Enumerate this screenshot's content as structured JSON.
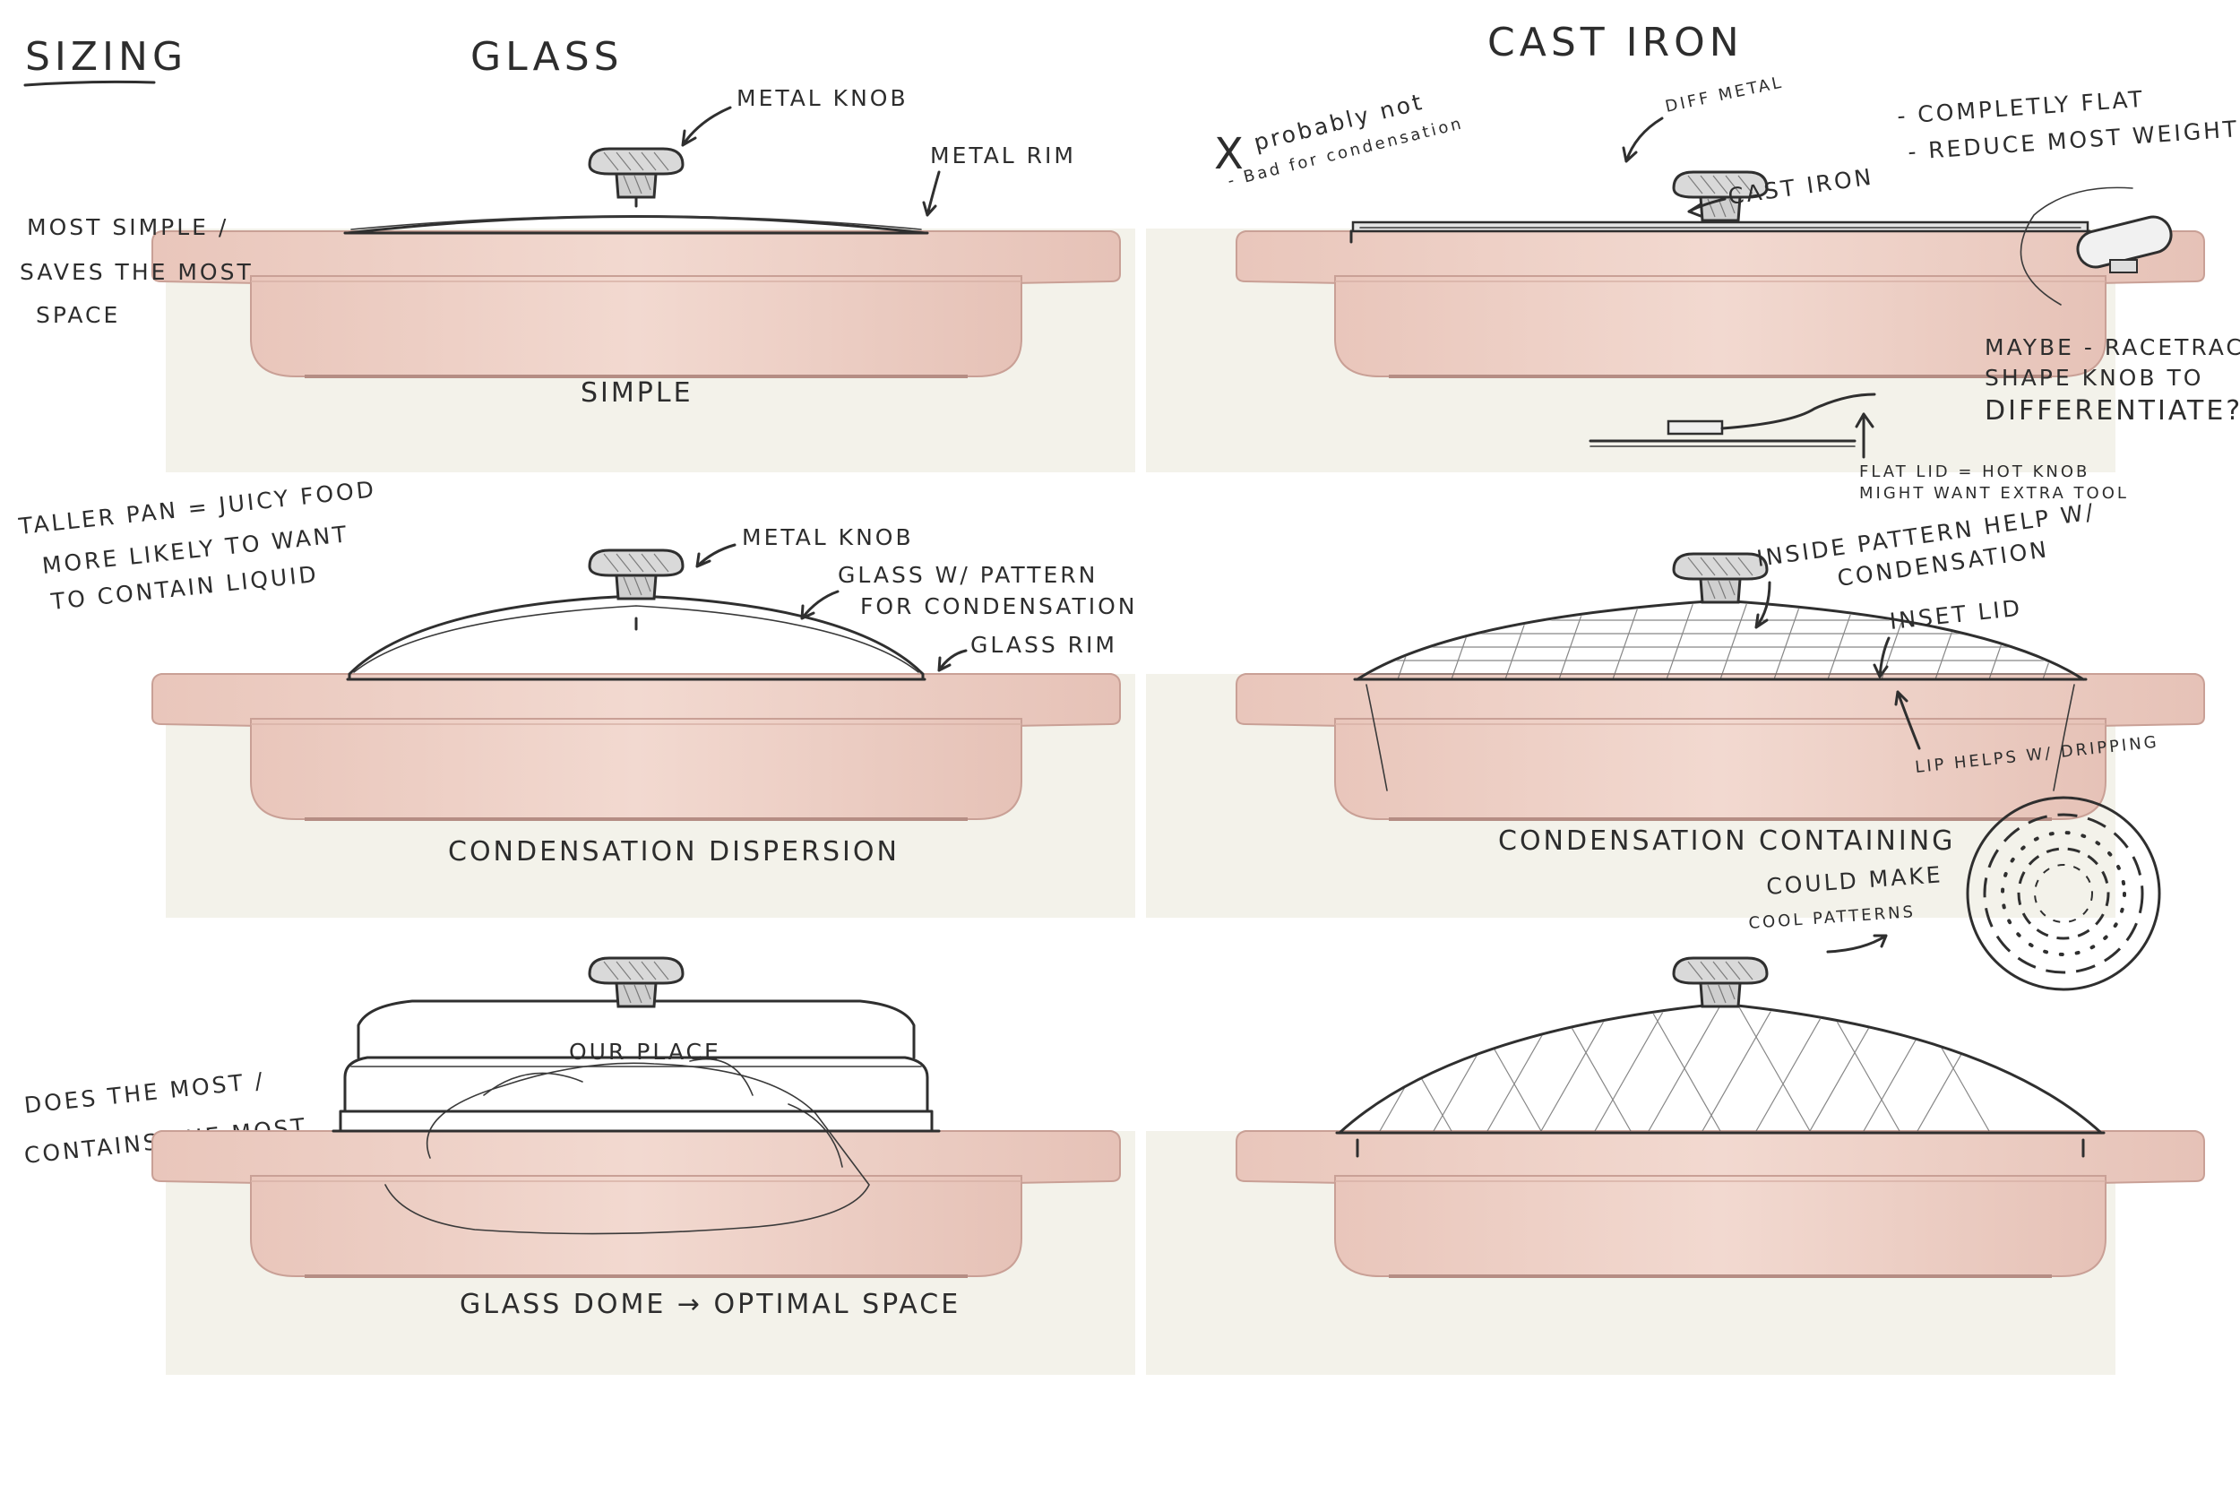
{
  "title": "SIZING",
  "columns": {
    "glass": "GLASS",
    "cast_iron": "CAST IRON"
  },
  "colors": {
    "panel": "#f3f2ea",
    "pan": "#ebcbc1",
    "pan_edge": "#c9a096",
    "ink": "#2d2d2d"
  },
  "rows": {
    "row1": {
      "left_note": [
        "MOST SIMPLE /",
        "SAVES THE MOST",
        "SPACE"
      ],
      "glass_caption": "SIMPLE",
      "glass_callouts": {
        "knob": "METAL KNOB",
        "rim": "METAL RIM"
      },
      "cast_callouts": {
        "x_mark": "X",
        "probably_not": "probably not",
        "bad_for": "- Bad for condensation",
        "diff_metal": "DIFF METAL",
        "cast_iron": "CAST IRON",
        "flat1": "- COMPLETLY FLAT",
        "flat2": "- REDUCE MOST WEIGHT",
        "race1": "MAYBE - RACETRACK",
        "race2": "SHAPE KNOB TO",
        "race3": "DIFFERENTIATE?",
        "flatlid1": "FLAT LID = HOT KNOB",
        "flatlid2": "MIGHT WANT EXTRA TOOL"
      }
    },
    "row2": {
      "left_note": [
        "TALLER PAN = JUICY FOOD",
        "MORE LIKELY TO WANT",
        "TO CONTAIN LIQUID"
      ],
      "glass_caption": "CONDENSATION DISPERSION",
      "glass_callouts": {
        "knob": "METAL KNOB",
        "pattern1": "GLASS W/ PATTERN",
        "pattern2": "FOR CONDENSATION",
        "rim": "GLASS RIM"
      },
      "cast_caption": "CONDENSATION CONTAINING",
      "cast_callouts": {
        "inside1": "INSIDE PATTERN HELP W/",
        "inside2": "CONDENSATION",
        "inset": "INSET LID",
        "lip": "LIP HELPS W/ DRIPPING",
        "cool1": "COULD MAKE",
        "cool2": "COOL PATTERNS"
      }
    },
    "row3": {
      "left_note": [
        "DOES THE MOST /",
        "CONTAINS THE MOST"
      ],
      "glass_caption": "GLASS DOME → OPTIMAL SPACE",
      "brand": "OUR PLACE"
    }
  }
}
